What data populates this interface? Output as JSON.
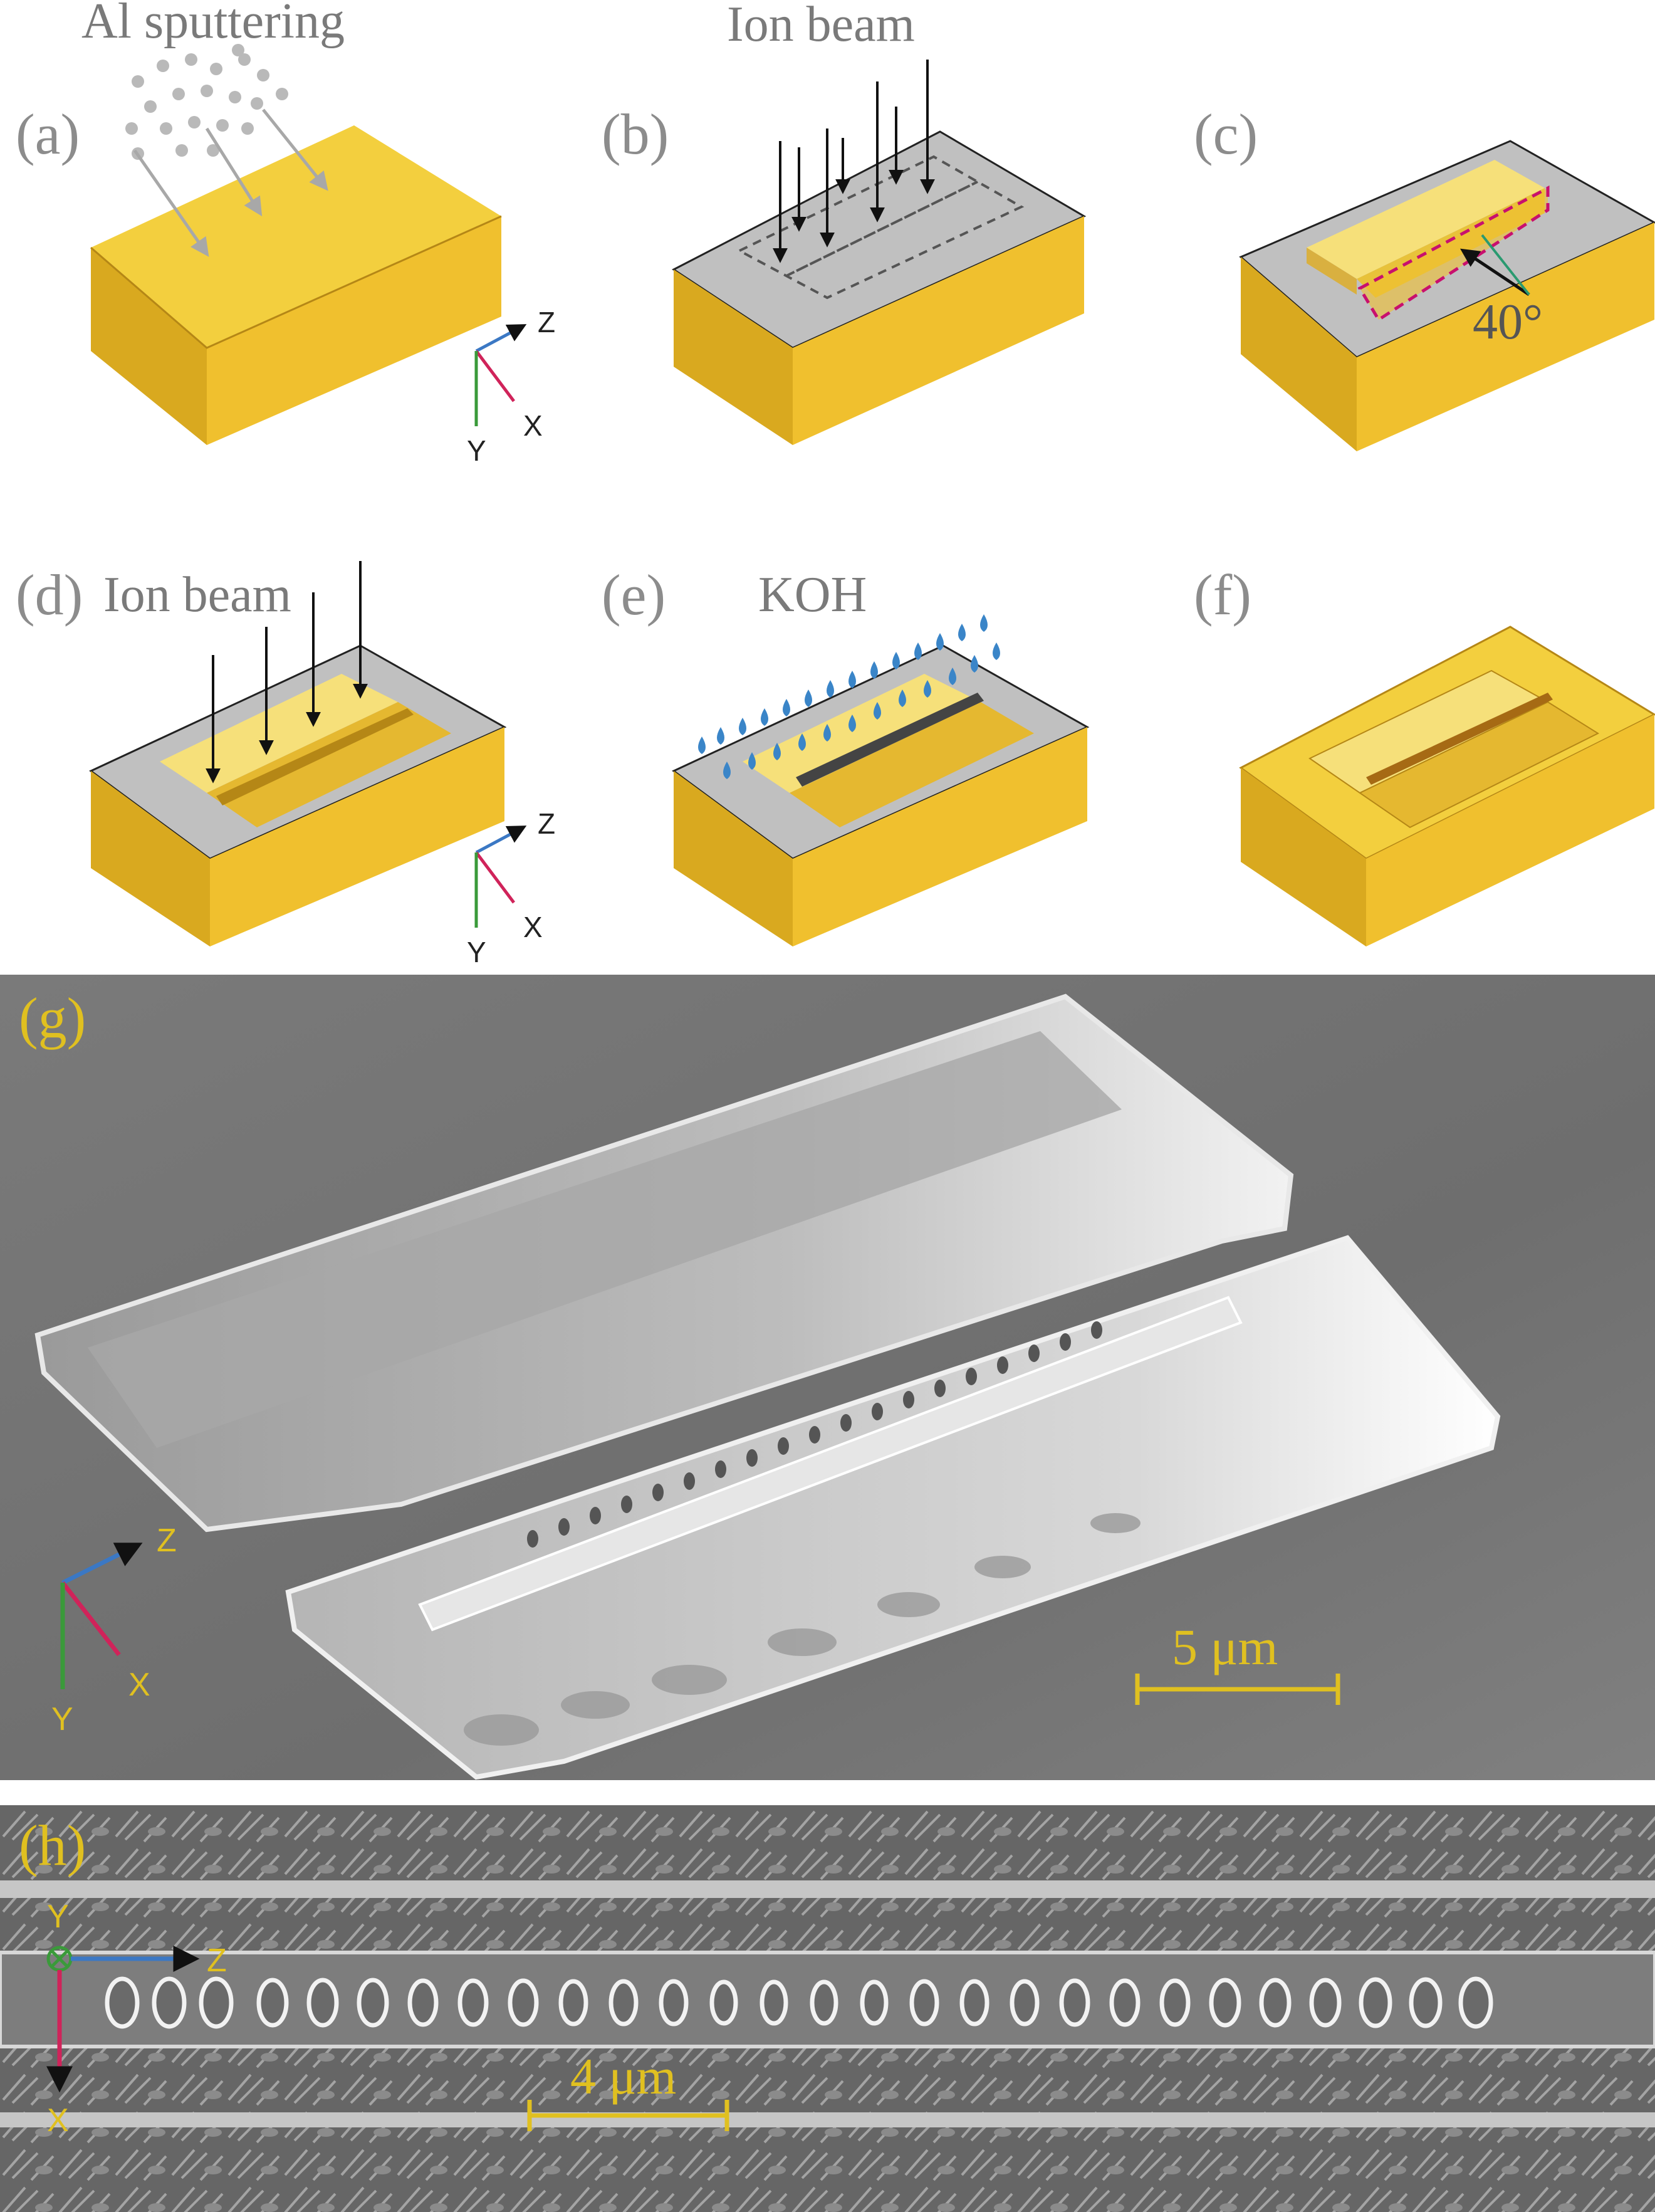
{
  "panels": {
    "a": {
      "label": "(a)",
      "caption": "Al sputtering"
    },
    "b": {
      "label": "(b)",
      "caption": "Ion beam"
    },
    "c": {
      "label": "(c)",
      "angle": "40°"
    },
    "d": {
      "label": "(d)",
      "caption": "Ion beam"
    },
    "e": {
      "label": "(e)",
      "caption": "KOH"
    },
    "f": {
      "label": "(f)"
    },
    "g": {
      "label": "(g)",
      "scale_bar": "5 μm"
    },
    "h": {
      "label": "(h)",
      "scale_bar": "4 μm"
    }
  },
  "axes": {
    "z": "Z",
    "x": "X",
    "y": "Y"
  },
  "colors": {
    "gold": "#f3cf3e",
    "gold_side": "#d9a91f",
    "gold_dark": "#b58716",
    "al_gray": "#b9b9b9",
    "label_gray": "#8c8c8c",
    "sem_label": "#e0c020",
    "z_axis": "#3b78c4",
    "x_axis": "#d0235a",
    "y_axis": "#3a9a3a",
    "koh": "#3a85c8",
    "plane_outline": "#c8106e"
  }
}
